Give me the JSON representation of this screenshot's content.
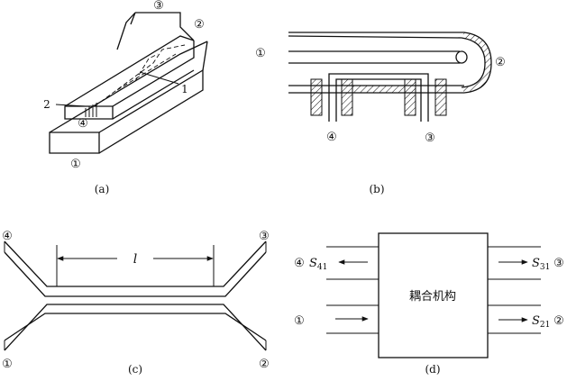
{
  "panel_a": {
    "caption": "(a)",
    "port_1": "①",
    "port_2": "②",
    "port_3": "③",
    "port_4": "④",
    "label_1": "1",
    "label_2": "2"
  },
  "panel_b": {
    "caption": "(b)",
    "port_1": "①",
    "port_2": "②",
    "port_3": "③",
    "port_4": "④"
  },
  "panel_c": {
    "caption": "(c)",
    "port_1": "①",
    "port_2": "②",
    "port_3": "③",
    "port_4": "④",
    "length_label": "l"
  },
  "panel_d": {
    "caption": "(d)",
    "port_1": "①",
    "port_2": "②",
    "port_3": "③",
    "port_4": "④",
    "box_label": "耦合机构",
    "s41": {
      "main": "S",
      "sub": "41"
    },
    "s31": {
      "main": "S",
      "sub": "31"
    },
    "s21": {
      "main": "S",
      "sub": "21"
    }
  }
}
